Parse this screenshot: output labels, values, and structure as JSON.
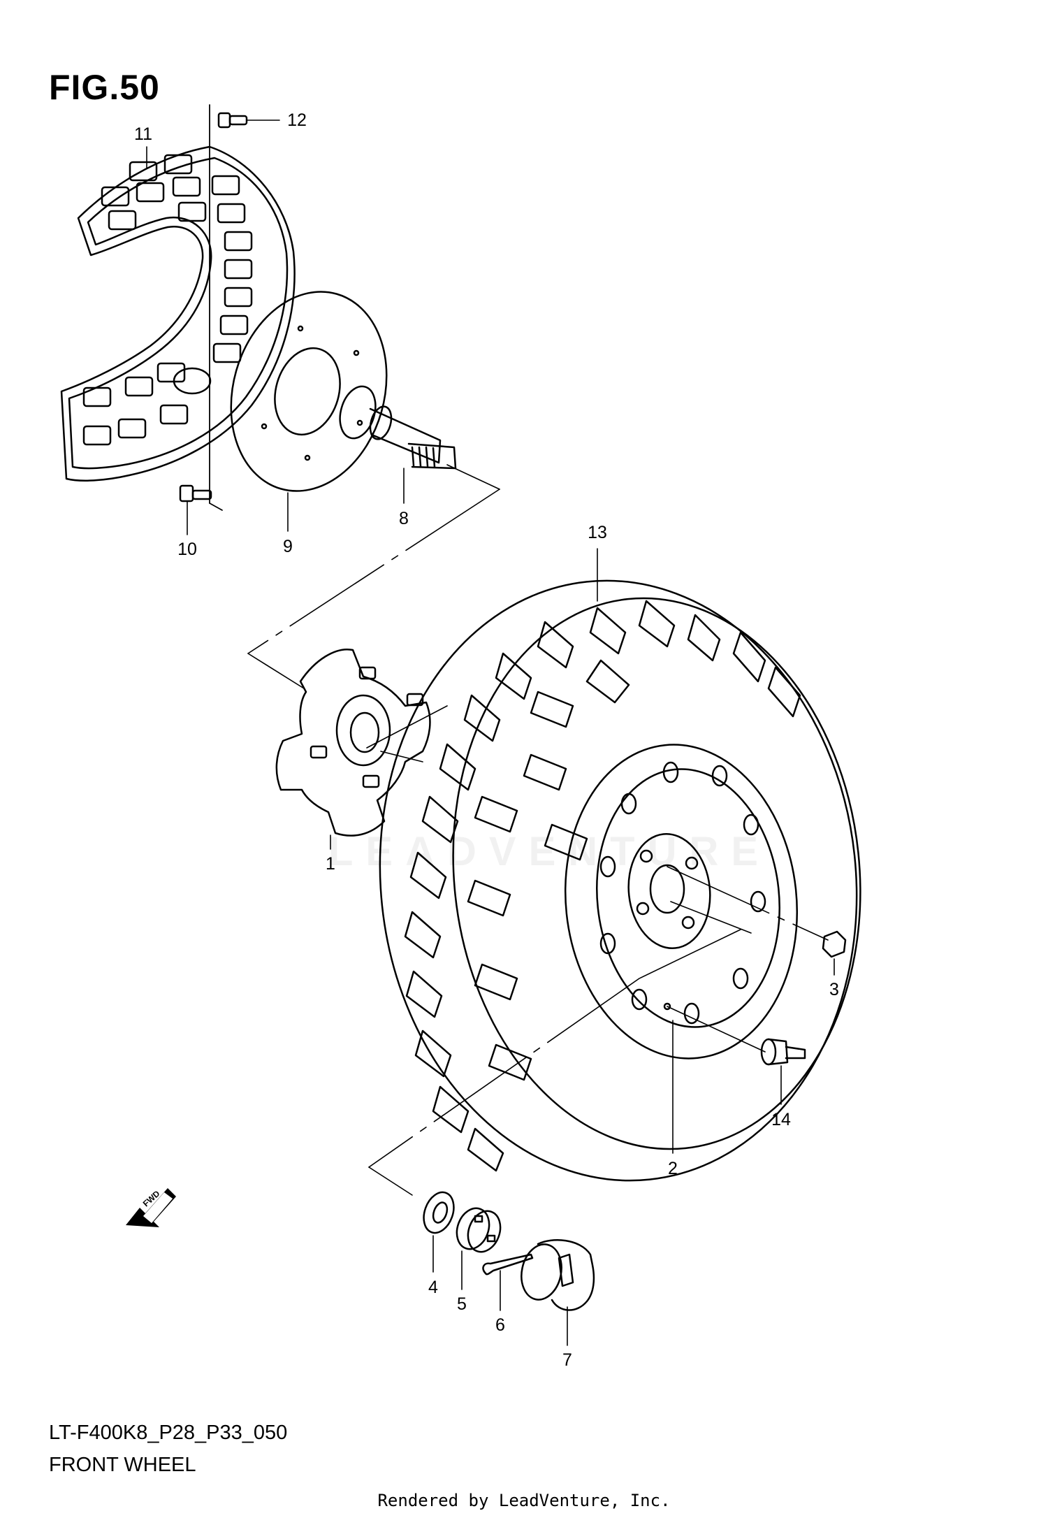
{
  "figure": {
    "title": "FIG.50",
    "model_code": "LT-F400K8_P28_P33_050",
    "name": "FRONT WHEEL"
  },
  "rendered_by": "Rendered by LeadVenture, Inc.",
  "watermark": "LEADVENTURE",
  "fwd_label": "FWD",
  "callouts": [
    {
      "id": "1",
      "label": "1"
    },
    {
      "id": "2",
      "label": "2"
    },
    {
      "id": "3",
      "label": "3"
    },
    {
      "id": "4",
      "label": "4"
    },
    {
      "id": "5",
      "label": "5"
    },
    {
      "id": "6",
      "label": "6"
    },
    {
      "id": "7",
      "label": "7"
    },
    {
      "id": "8",
      "label": "8"
    },
    {
      "id": "9",
      "label": "9"
    },
    {
      "id": "10",
      "label": "10"
    },
    {
      "id": "11",
      "label": "11"
    },
    {
      "id": "12",
      "label": "12"
    },
    {
      "id": "13",
      "label": "13"
    },
    {
      "id": "14",
      "label": "14"
    }
  ]
}
